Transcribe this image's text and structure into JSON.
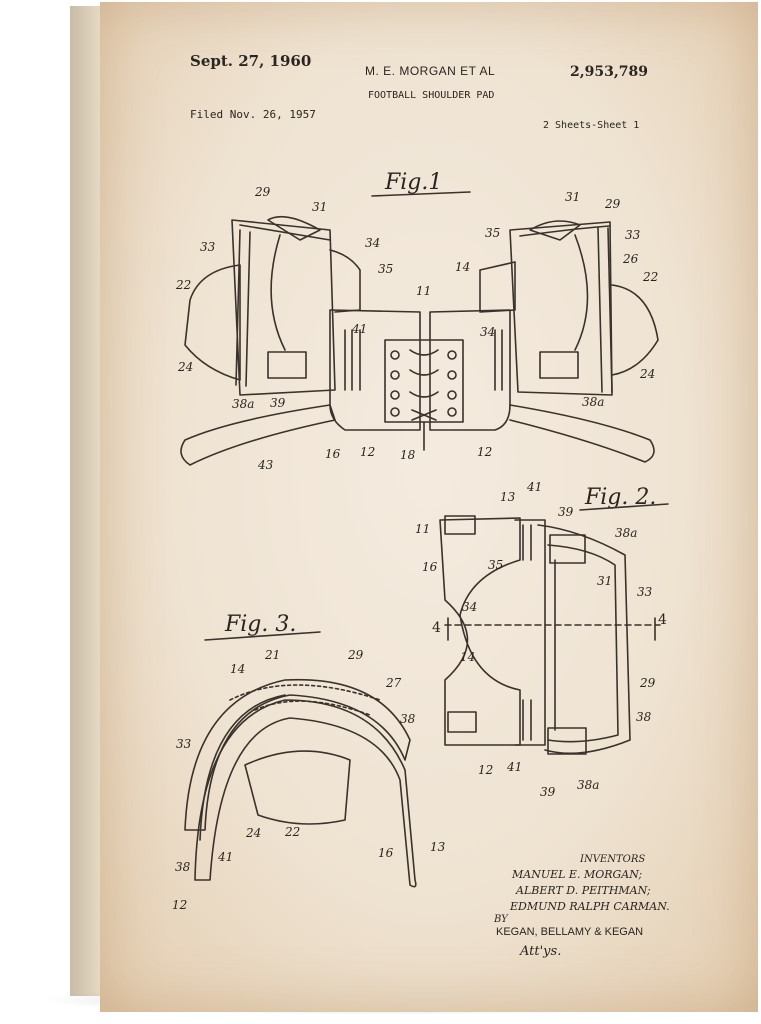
{
  "header": {
    "date": "Sept. 27, 1960",
    "inventor": "M. E. MORGAN  ET AL",
    "patent_number": "2,953,789",
    "title": "FOOTBALL SHOULDER PAD",
    "filed": "Filed Nov. 26, 1957",
    "sheets": "2 Sheets-Sheet 1"
  },
  "figures": {
    "fig1": "Fig.1",
    "fig2": "Fig. 2.",
    "fig3": "Fig. 3."
  },
  "labels": {
    "fig1": [
      "29",
      "31",
      "33",
      "34",
      "35",
      "22",
      "24",
      "38a",
      "39",
      "41",
      "11",
      "14",
      "35",
      "31",
      "29",
      "33",
      "26",
      "22",
      "34",
      "24",
      "38a",
      "43",
      "16",
      "12",
      "18",
      "12"
    ],
    "fig2": [
      "13",
      "41",
      "39",
      "38a",
      "11",
      "16",
      "35",
      "31",
      "33",
      "34",
      "4",
      "4",
      "14",
      "29",
      "38",
      "12",
      "41",
      "39",
      "38a"
    ],
    "fig3": [
      "21",
      "29",
      "14",
      "27",
      "38",
      "33",
      "24",
      "22",
      "41",
      "38",
      "12",
      "16",
      "13"
    ]
  },
  "signature": {
    "heading": "INVENTORS",
    "names": [
      "MANUEL E. MORGAN;",
      "ALBERT D. PEITHMAN;",
      "EDMUND RALPH CARMAN."
    ],
    "by": "BY",
    "attorneys": "KEGAN, BELLAMY & KEGAN",
    "attys": "Att'ys."
  },
  "colors": {
    "paper": "#efe3d2",
    "ink": "#2a2520",
    "stain": "#e3cdb0"
  }
}
